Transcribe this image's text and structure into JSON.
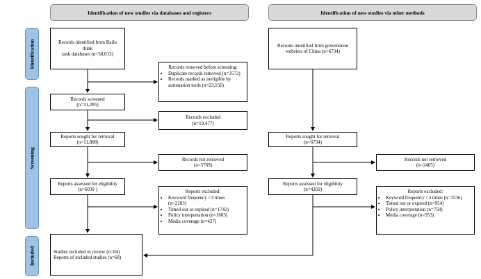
{
  "headers": {
    "left": "Identification of new studies via databases and registers",
    "right": "Identification of new studies via other methods"
  },
  "stages": {
    "identification": "Identification",
    "screening": "Screening",
    "included": "Included"
  },
  "left": {
    "records_identified": [
      "Records identified  from Bailu think",
      "tank  databases (n=58,013)"
    ],
    "removed_before": {
      "title": "Records removed before screening:",
      "items": [
        "Duplicate records removed  (n=3572)",
        "Records marked as ineligible by automation tools (n=23,156)"
      ]
    },
    "screened": [
      "Records screened",
      "(n=31,285)"
    ],
    "excluded": [
      "Records excluded",
      "(n=19,477)"
    ],
    "sought": [
      "Reports sought for retrieval",
      "(n=11,808)"
    ],
    "not_retrieved": [
      "Records not retrieved",
      "(n=5769)"
    ],
    "assessed": [
      "Reports assessed for eligibility",
      "(n=6039 )"
    ],
    "reports_excluded": {
      "title": "Reports excluded:",
      "items": [
        "Keyword frequency <3 times (n=2183)",
        "Timed out or expired  (n=1742)",
        "Policy interpretation (n=1603)",
        "Media coverage (n=427)"
      ]
    },
    "included": [
      "Studies included in review (n=84)",
      "Reports of included studies  (n=68)"
    ]
  },
  "right": {
    "records_identified": [
      "Records identified  from government",
      "websites of China (n=6734)"
    ],
    "sought": [
      "Reports sought for retrieval",
      "(n=6734)"
    ],
    "not_retrieved": [
      "Records not retrieved",
      "(n=2465)"
    ],
    "assessed": [
      "Reports assessed for eligibility",
      "(n=4269)"
    ],
    "reports_excluded": {
      "title": "Reports excluded:",
      "items": [
        "Keyword frequency <3 times (n=1536)",
        "Timed out or expired  (n=954)",
        "Policy interpretation (n=758)",
        "Media coverage (n=953)"
      ]
    }
  }
}
